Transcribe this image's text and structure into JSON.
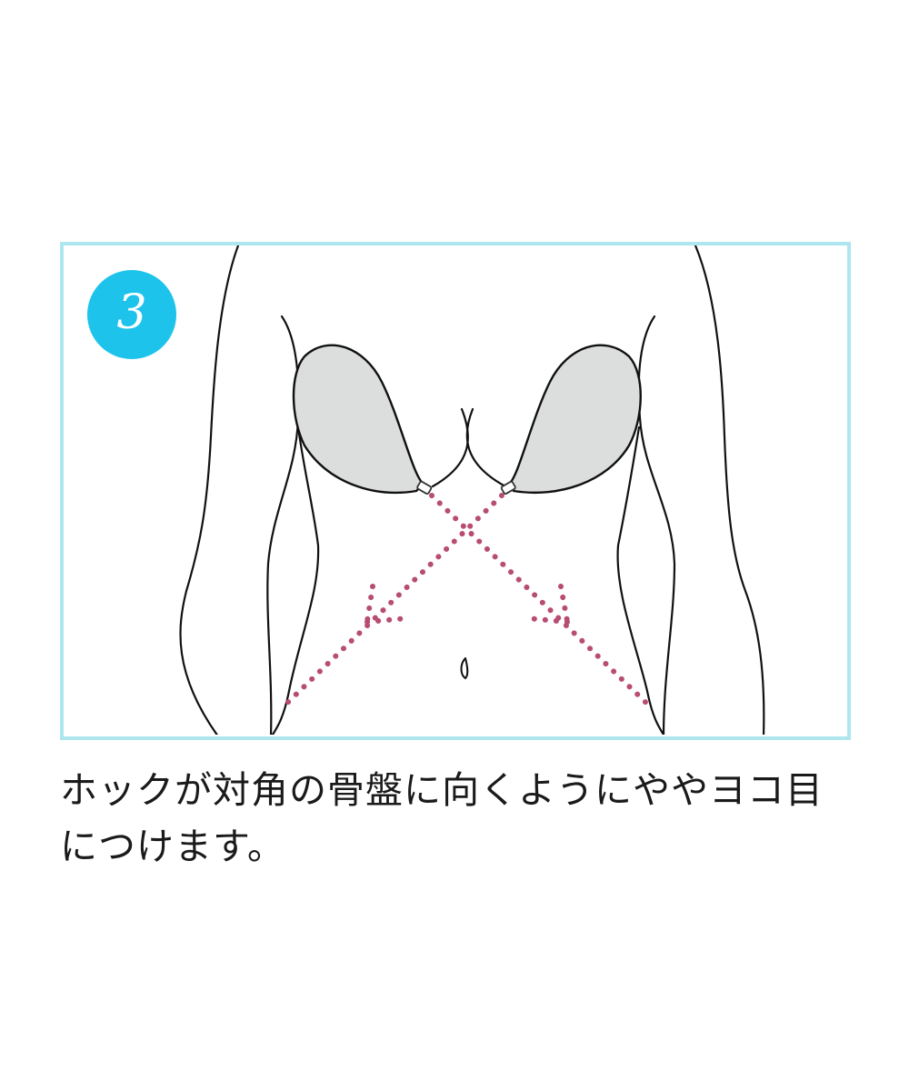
{
  "step": {
    "number": "3",
    "badge_color": "#1ec3ec"
  },
  "frame": {
    "border_color": "#aee6f0"
  },
  "illustration": {
    "subject": "torso-front-view-with-adhesive-bra-cups",
    "cup_fill_color": "#dcdddd",
    "guide_line_color": "#b84d73",
    "guide_line_style": "dotted",
    "guide_arrows": [
      "left-cup-hook-to-right-hip",
      "right-cup-hook-to-left-hip"
    ]
  },
  "caption": {
    "text": "ホックが対角の骨盤に向くようにややヨコ目につけます。"
  }
}
